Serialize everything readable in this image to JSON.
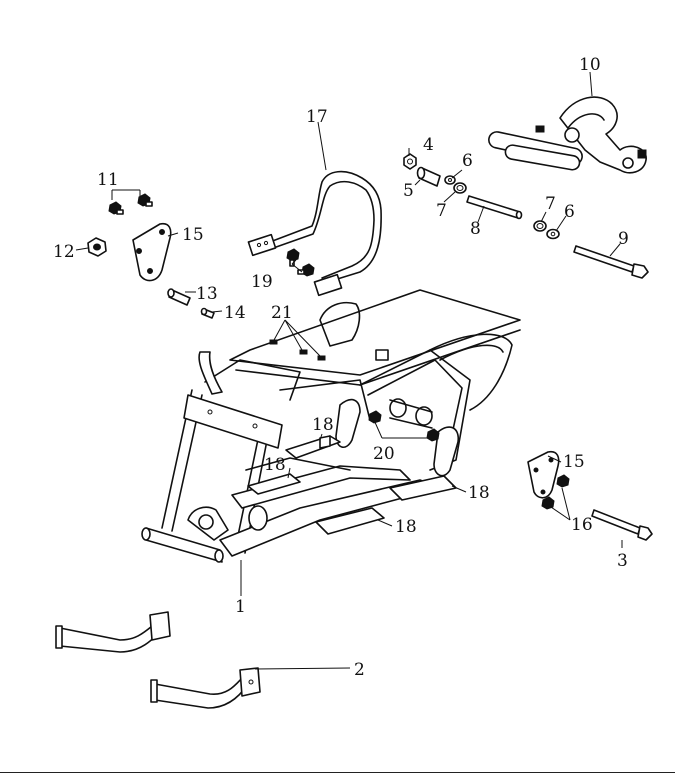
{
  "labels": [
    {
      "id": "1",
      "text": "1"
    },
    {
      "id": "2",
      "text": "2"
    },
    {
      "id": "3",
      "text": "3"
    },
    {
      "id": "4",
      "text": "4"
    },
    {
      "id": "5",
      "text": "5"
    },
    {
      "id": "6a",
      "text": "6"
    },
    {
      "id": "6b",
      "text": "6"
    },
    {
      "id": "7a",
      "text": "7"
    },
    {
      "id": "7b",
      "text": "7"
    },
    {
      "id": "8",
      "text": "8"
    },
    {
      "id": "9",
      "text": "9"
    },
    {
      "id": "10",
      "text": "10"
    },
    {
      "id": "11",
      "text": "11"
    },
    {
      "id": "12",
      "text": "12"
    },
    {
      "id": "13",
      "text": "13"
    },
    {
      "id": "14",
      "text": "14"
    },
    {
      "id": "15a",
      "text": "15"
    },
    {
      "id": "15b",
      "text": "15"
    },
    {
      "id": "16",
      "text": "16"
    },
    {
      "id": "17",
      "text": "17"
    },
    {
      "id": "18a",
      "text": "18"
    },
    {
      "id": "18b",
      "text": "18"
    },
    {
      "id": "18c",
      "text": "18"
    },
    {
      "id": "18d",
      "text": "18"
    },
    {
      "id": "19",
      "text": "19"
    },
    {
      "id": "20",
      "text": "20"
    },
    {
      "id": "21",
      "text": "21"
    }
  ]
}
